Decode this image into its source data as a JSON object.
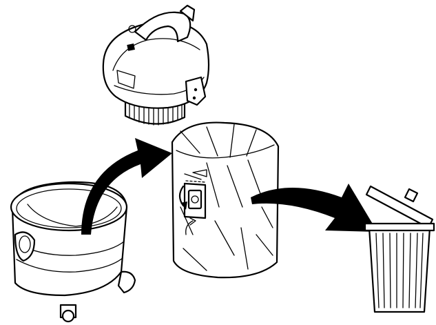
{
  "diagram": {
    "steps": [
      {
        "id": "remove-motor-head"
      },
      {
        "id": "lift-filter-bag-out-of-container"
      },
      {
        "id": "dispose-bag-in-bin"
      }
    ],
    "colors": {
      "line": "#000000",
      "fill": "#ffffff",
      "background": "#ffffff"
    },
    "icons": [
      "motor-head-icon",
      "vacuum-container-icon",
      "filter-bag-icon",
      "rotate-arrow-icon",
      "trash-bin-icon"
    ]
  }
}
